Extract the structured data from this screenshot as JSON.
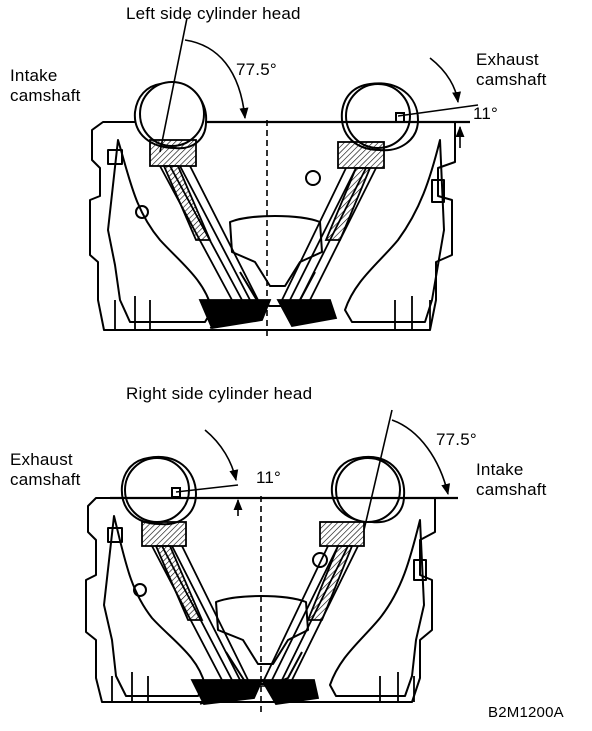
{
  "top_diagram": {
    "title": "Left side cylinder head",
    "intake_label_line1": "Intake",
    "intake_label_line2": "camshaft",
    "exhaust_label_line1": "Exhaust",
    "exhaust_label_line2": "camshaft",
    "intake_angle": "77.5°",
    "exhaust_angle": "11°"
  },
  "bottom_diagram": {
    "title": "Right side cylinder head",
    "exhaust_label_line1": "Exhaust",
    "exhaust_label_line2": "camshaft",
    "intake_label_line1": "Intake",
    "intake_label_line2": "camshaft",
    "intake_angle": "77.5°",
    "exhaust_angle": "11°"
  },
  "figure_code": "B2M1200A"
}
